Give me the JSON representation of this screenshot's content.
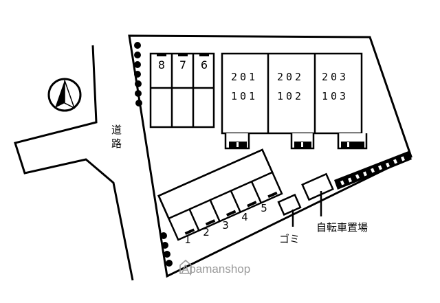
{
  "road_label": "道路",
  "units": {
    "upper": [
      "201",
      "202",
      "203"
    ],
    "lower": [
      "101",
      "102",
      "103"
    ]
  },
  "parking_upper": [
    "8",
    "7",
    "6"
  ],
  "parking_lower": [
    "1",
    "2",
    "3",
    "4",
    "5"
  ],
  "bicycle_parking_label": "自転車置場",
  "garbage_label": "ゴミ",
  "watermark": "Apamanshop",
  "compass_icon": "north-arrow-icon"
}
